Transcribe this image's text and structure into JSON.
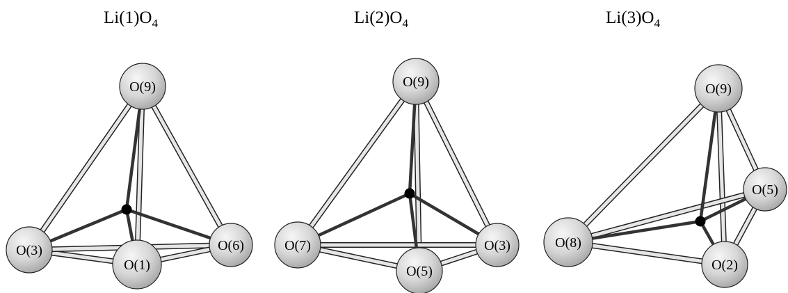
{
  "panels": [
    {
      "title": {
        "main": "Li(1)O",
        "sub": "4"
      },
      "atoms": [
        "O(9)",
        "O(3)",
        "O(1)",
        "O(6)"
      ]
    },
    {
      "title": {
        "main": "Li(2)O",
        "sub": "4"
      },
      "atoms": [
        "O(9)",
        "O(7)",
        "O(5)",
        "O(3)"
      ]
    },
    {
      "title": {
        "main": "Li(3)O",
        "sub": "4"
      },
      "atoms": [
        "O(9)",
        "O(5)",
        "O(8)",
        "O(2)"
      ]
    }
  ],
  "colors": {
    "bond_light_fill": "#e6e6e6",
    "bond_dark": "#333333",
    "outline": "#222222",
    "sphere_light": "#f4f4f4",
    "sphere_mid": "#d2d2d2",
    "sphere_dark": "#a8a8a8",
    "lithium": "#000000"
  }
}
